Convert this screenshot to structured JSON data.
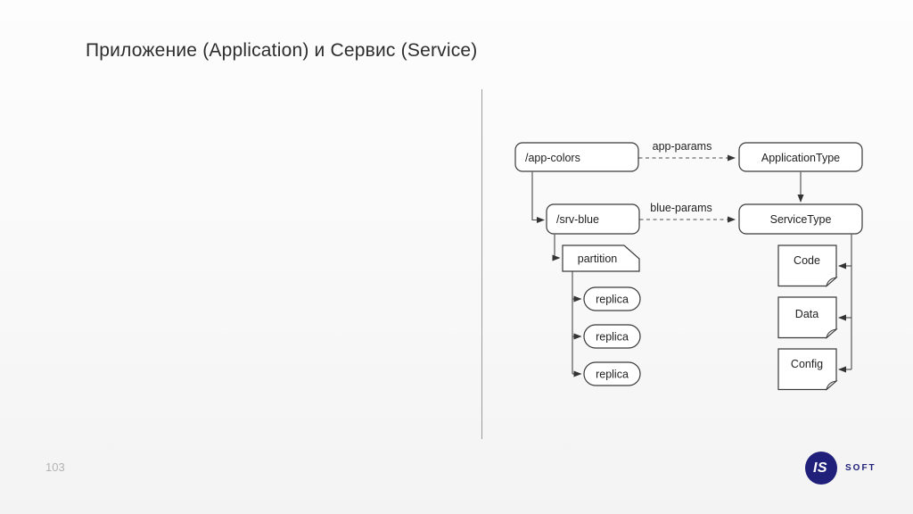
{
  "slide": {
    "title": "Приложение (Application) и Сервис (Service)",
    "page_number": "103"
  },
  "logo": {
    "monogram": "IS",
    "brand": "SOFT",
    "brand_color": "#20207b"
  },
  "diagram": {
    "nodes": {
      "app_colors": "/app-colors",
      "application_type": "ApplicationType",
      "srv_blue": "/srv-blue",
      "service_type": "ServiceType",
      "partition": "partition",
      "replica_1": "replica",
      "replica_2": "replica",
      "replica_3": "replica",
      "code": "Code",
      "data": "Data",
      "config": "Config"
    },
    "edge_labels": {
      "app_params": "app-params",
      "blue_params": "blue-params"
    },
    "colors": {
      "node_stroke": "#3a3a3a",
      "edge": "#4a4a4a",
      "text": "#1e1e1e",
      "node_fill": "#ffffff",
      "divider": "#9b9b9b"
    }
  }
}
